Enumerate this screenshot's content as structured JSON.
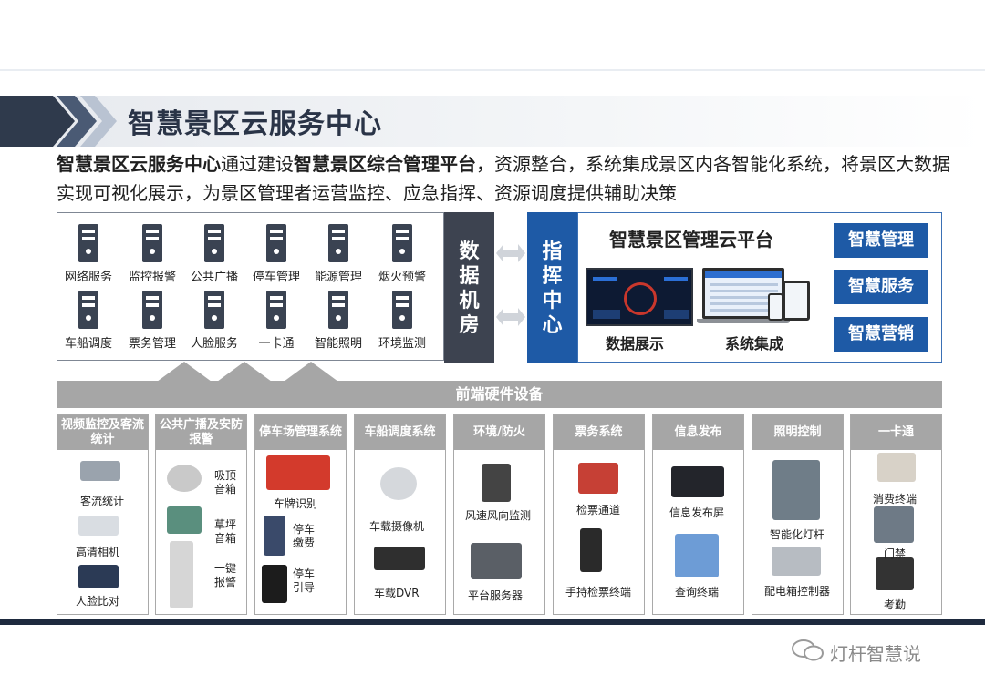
{
  "title": "智慧景区云服务中心",
  "intro": {
    "part1": "智慧景区云服务中心",
    "part2": "通过建设",
    "part3": "智慧景区综合管理平台",
    "part4": "，资源整合，系统集成景区内各智能化系统，将景区大数据实现可视化展示，为景区管理者运营监控、应急指挥、资源调度提供辅助决策"
  },
  "systems": [
    "网络服务",
    "监控报警",
    "公共广播",
    "停车管理",
    "能源管理",
    "烟火预警",
    "车船调度",
    "票务管理",
    "人脸服务",
    "一卡通",
    "智能照明",
    "环境监测"
  ],
  "data_room": "数据机房",
  "command_center": "指挥中心",
  "cloud": {
    "title": "智慧景区管理云平台",
    "caption_left": "数据展示",
    "caption_right": "系统集成",
    "buttons": [
      "智慧管理",
      "智慧服务",
      "智慧营销"
    ]
  },
  "hardware": {
    "bar": "前端硬件设备",
    "columns": [
      {
        "head": "视频监控及客流统计",
        "items": [
          "客流统计",
          "高清相机",
          "人脸比对"
        ]
      },
      {
        "head": "公共广播及安防报警",
        "items": [
          "吸顶音箱",
          "草坪音箱",
          "一键报警"
        ]
      },
      {
        "head": "停车场管理系统",
        "items": [
          "车牌识别",
          "停车缴费",
          "停车引导"
        ]
      },
      {
        "head": "车船调度系统",
        "items": [
          "车载摄像机",
          "车载DVR"
        ]
      },
      {
        "head": "环境/防火",
        "items": [
          "风速风向监测",
          "平台服务器"
        ]
      },
      {
        "head": "票务系统",
        "items": [
          "检票通道",
          "手持检票终端"
        ]
      },
      {
        "head": "信息发布",
        "items": [
          "信息发布屏",
          "查询终端"
        ]
      },
      {
        "head": "照明控制",
        "items": [
          "智能化灯杆",
          "配电箱控制器"
        ]
      },
      {
        "head": "一卡通",
        "items": [
          "消费终端",
          "门禁",
          "考勤"
        ]
      }
    ]
  },
  "watermark": "灯杆智慧说",
  "colors": {
    "accent_blue": "#1e5aa6",
    "dark": "#3d4350",
    "gray": "#a6a6a6"
  }
}
